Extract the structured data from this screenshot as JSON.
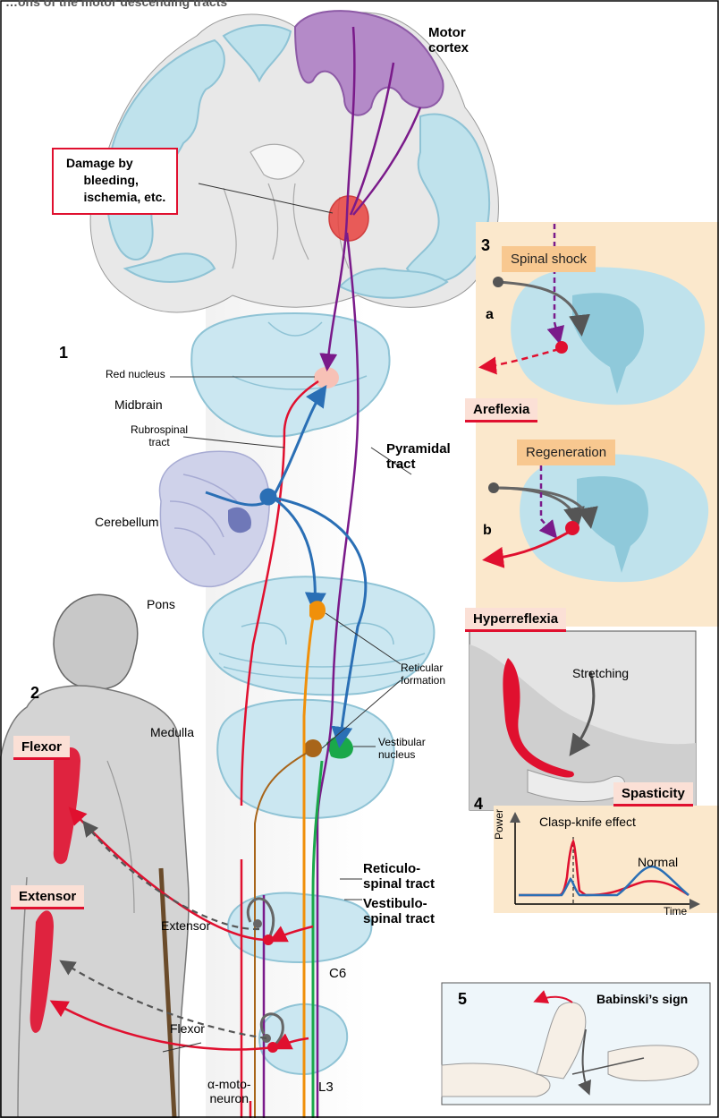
{
  "header": {
    "title": "…ons of the motor descending tracts"
  },
  "labels": {
    "motor_cortex": "Motor\ncortex",
    "damage": "Damage by\n     bleeding,\n     ischemia, etc.",
    "section1_num": "1",
    "red_nucleus": "Red nucleus",
    "midbrain": "Midbrain",
    "rubrospinal": "Rubrospinal\ntract",
    "pyramidal": "Pyramidal\ntract",
    "cerebellum": "Cerebellum",
    "pons": "Pons",
    "reticular_formation": "Reticular\nformation",
    "medulla": "Medulla",
    "vestibular_nucleus": "Vestibular\nnucleus",
    "reticulospinal": "Reticulo-\nspinal tract",
    "vestibulospinal": "Vestibulo-\nspinal tract",
    "extensor_cord": "Extensor",
    "c6": "C6",
    "flexor_cord": "Flexor",
    "l3": "L3",
    "alpha_moto": "α-moto-\nneuron",
    "section2_num": "2",
    "flexor_pill": "Flexor",
    "extensor_pill": "Extensor"
  },
  "panel3": {
    "num": "3",
    "a": "a",
    "b": "b",
    "spinal_shock": "Spinal shock",
    "areflexia": "Areflexia",
    "regeneration": "Regeneration",
    "hyperreflexia": "Hyperreflexia"
  },
  "panel4": {
    "num": "4",
    "stretching": "Stretching",
    "spasticity": "Spasticity",
    "clasp_knife": "Clasp-knife effect",
    "normal": "Normal",
    "ylabel": "Power",
    "xlabel": "Time"
  },
  "panel5": {
    "num": "5",
    "title": "Babinski’s sign"
  },
  "colors": {
    "pyramidal": "#7a1a8a",
    "rubrospinal": "#e0102f",
    "cerebellar": "#2a6fb5",
    "reticulospinal": "#f0900a",
    "vestibulospinal": "#1aa84a",
    "brain_fill": "#bfe2ec",
    "cortex_purple": "#b48ac8",
    "panel_bg": "#fbe8cc"
  }
}
